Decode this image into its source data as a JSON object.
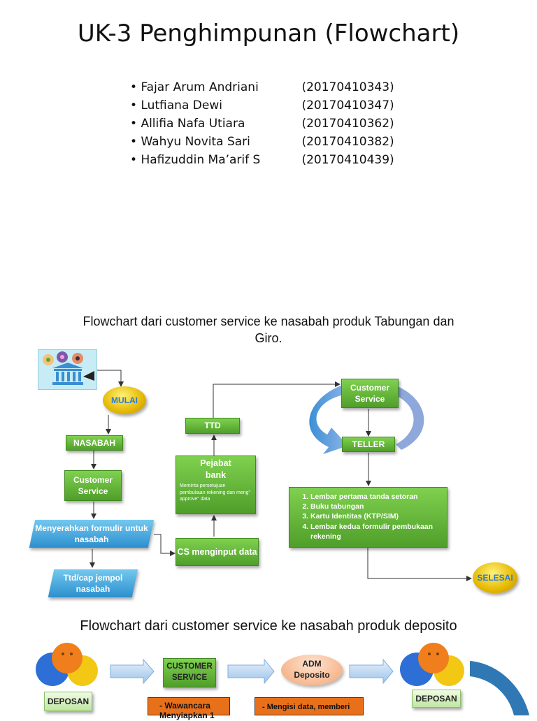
{
  "title": "UK-3 Penghimpunan (Flowchart)",
  "members": [
    {
      "name": "Fajar Arum Andriani",
      "id": "(20170410343)"
    },
    {
      "name": "Lutfiana Dewi",
      "id": "(20170410347)"
    },
    {
      "name": "Allifia Nafa Utiara",
      "id": "(20170410362)"
    },
    {
      "name": "Wahyu Novita Sari",
      "id": "(20170410382)"
    },
    {
      "name": "Hafizuddin Ma’arif S",
      "id": "(20170410439)"
    }
  ],
  "flow1": {
    "title": "Flowchart dari customer service ke nasabah produk Tabungan dan Giro.",
    "mulai": "MULAI",
    "nasabah": "NASABAH",
    "customer_service_left": "Customer Service",
    "menyerahkan": "Menyerahkan formulir untuk nasabah",
    "ttd_cap": "Ttd/cap jempol nasabah",
    "cs_input": "CS menginput data",
    "pejabat_title": "Pejabat bank",
    "pejabat_note": "Meminta persetujuan pembukaan rekening dan meng\" approve\" data",
    "ttd": "TTD",
    "customer_service_right": "Customer Service",
    "teller": "TELLER",
    "documents": [
      "Lembar pertama tanda setoran",
      "Buku tabungan",
      "Kartu Identitas (KTP/SIM)",
      "Lembar kedua formulir pembukaan rekening"
    ],
    "selesai": "SELESAI"
  },
  "flow2": {
    "title": "Flowchart dari customer service ke nasabah produk deposito",
    "deposan_left": "DEPOSAN",
    "customer_service": "CUSTOMER SERVICE",
    "adm_deposito": "ADM Deposito",
    "deposan_right": "DEPOSAN",
    "note_cs": "- Wawancara Menyiapkan 1",
    "note_adm": "- Mengisi data, memberi"
  },
  "colors": {
    "green": "#5cb335",
    "blue": "#2c8fce",
    "yellow": "#e6b800",
    "orange": "#e8701a"
  }
}
